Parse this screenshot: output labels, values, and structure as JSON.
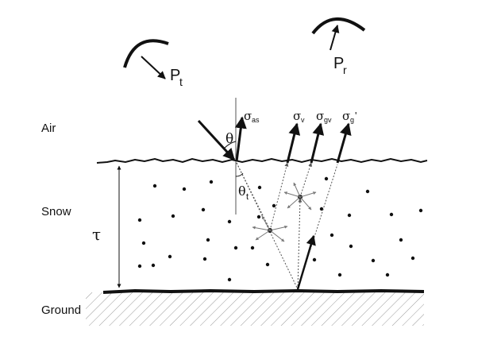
{
  "layers": {
    "air": "Air",
    "snow": "Snow",
    "ground": "Ground"
  },
  "symbols": {
    "transmit_power": "P",
    "transmit_sub": "t",
    "receive_power": "P",
    "receive_sub": "r",
    "incidence_angle": "θ",
    "refraction_angle": "θ",
    "refraction_sub": "t",
    "optical_depth": "τ",
    "sigma": "σ",
    "sigma_as_sub": "as",
    "sigma_v_sub": "v",
    "sigma_gv_sub": "gv",
    "sigma_g_sub": "g",
    "sigma_g_prime": "'"
  },
  "colors": {
    "ink": "#111111",
    "hatch": "#9a9a9a",
    "dotted": "#555555"
  }
}
